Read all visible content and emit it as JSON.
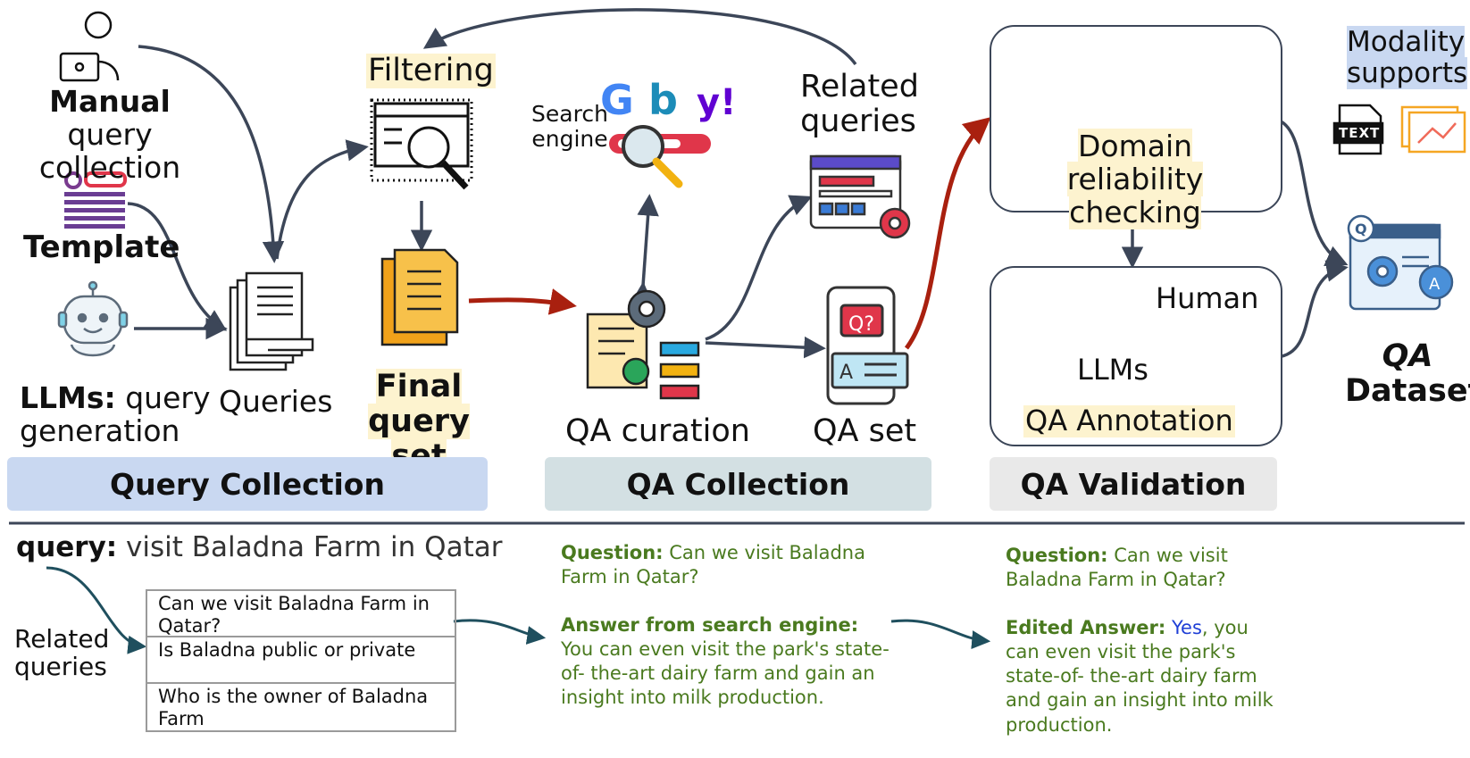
{
  "sources": {
    "manual": {
      "bold": "Manual",
      "rest": " query",
      "line2": "collection"
    },
    "template": {
      "bold": "Template"
    },
    "llms": {
      "bold": "LLMs:",
      "rest": " query",
      "line2": "generation"
    }
  },
  "pipeline": {
    "queries": "Queries",
    "filtering": "Filtering",
    "final_line1": "Final",
    "final_line2": "query set",
    "search_engine_line1": "Search",
    "search_engine_line2": "engine",
    "related_line1": "Related",
    "related_line2": "queries",
    "qa_curation": "QA curation",
    "qa_set": "QA set",
    "domain_line1": "Domain reliability",
    "domain_line2": "checking",
    "human": "Human",
    "llms": "LLMs",
    "qa_annotation": "QA Annotation",
    "modality_line1": "Modality",
    "modality_line2": "supports",
    "text_doc": "TEXT",
    "qa_dataset_line1": "QA",
    "qa_dataset_line2": "Dataset"
  },
  "sections": {
    "query_collection": "Query Collection",
    "qa_collection": "QA Collection",
    "qa_validation": "QA Validation"
  },
  "example": {
    "query_label": "query:",
    "query_text": " visit Baladna Farm in Qatar",
    "related_line1": "Related",
    "related_line2": "queries",
    "related_queries": [
      "Can we visit Baladna Farm in Qatar?",
      "Is Baladna public or private",
      "Who is the owner of Baladna Farm"
    ],
    "collection": {
      "question_label": "Question:",
      "question_text": " Can we visit Baladna Farm in Qatar?",
      "answer_label": "Answer from search engine:",
      "answer_text": "You can even visit the park's state-of- the-art dairy farm and gain an insight into milk production."
    },
    "validation": {
      "question_label": "Question:",
      "question_text": " Can we visit Baladna Farm in Qatar?",
      "answer_label": "Edited Answer:",
      "answer_highlight": " Yes",
      "answer_text": ", you can even visit the park's state-of- the-art dairy farm and gain an insight into milk production."
    }
  },
  "colors": {
    "query_collection_bar": "#c9d8f1",
    "qa_collection_bar": "#d3e0e3",
    "qa_validation_bar": "#e9e9e9",
    "example_text": "#4a7a1f",
    "arrow_dark": "#3c4658",
    "arrow_red": "#a9200f",
    "highlight_yellow": "#fdf3cf",
    "answer_yes": "#1f3fd6"
  }
}
